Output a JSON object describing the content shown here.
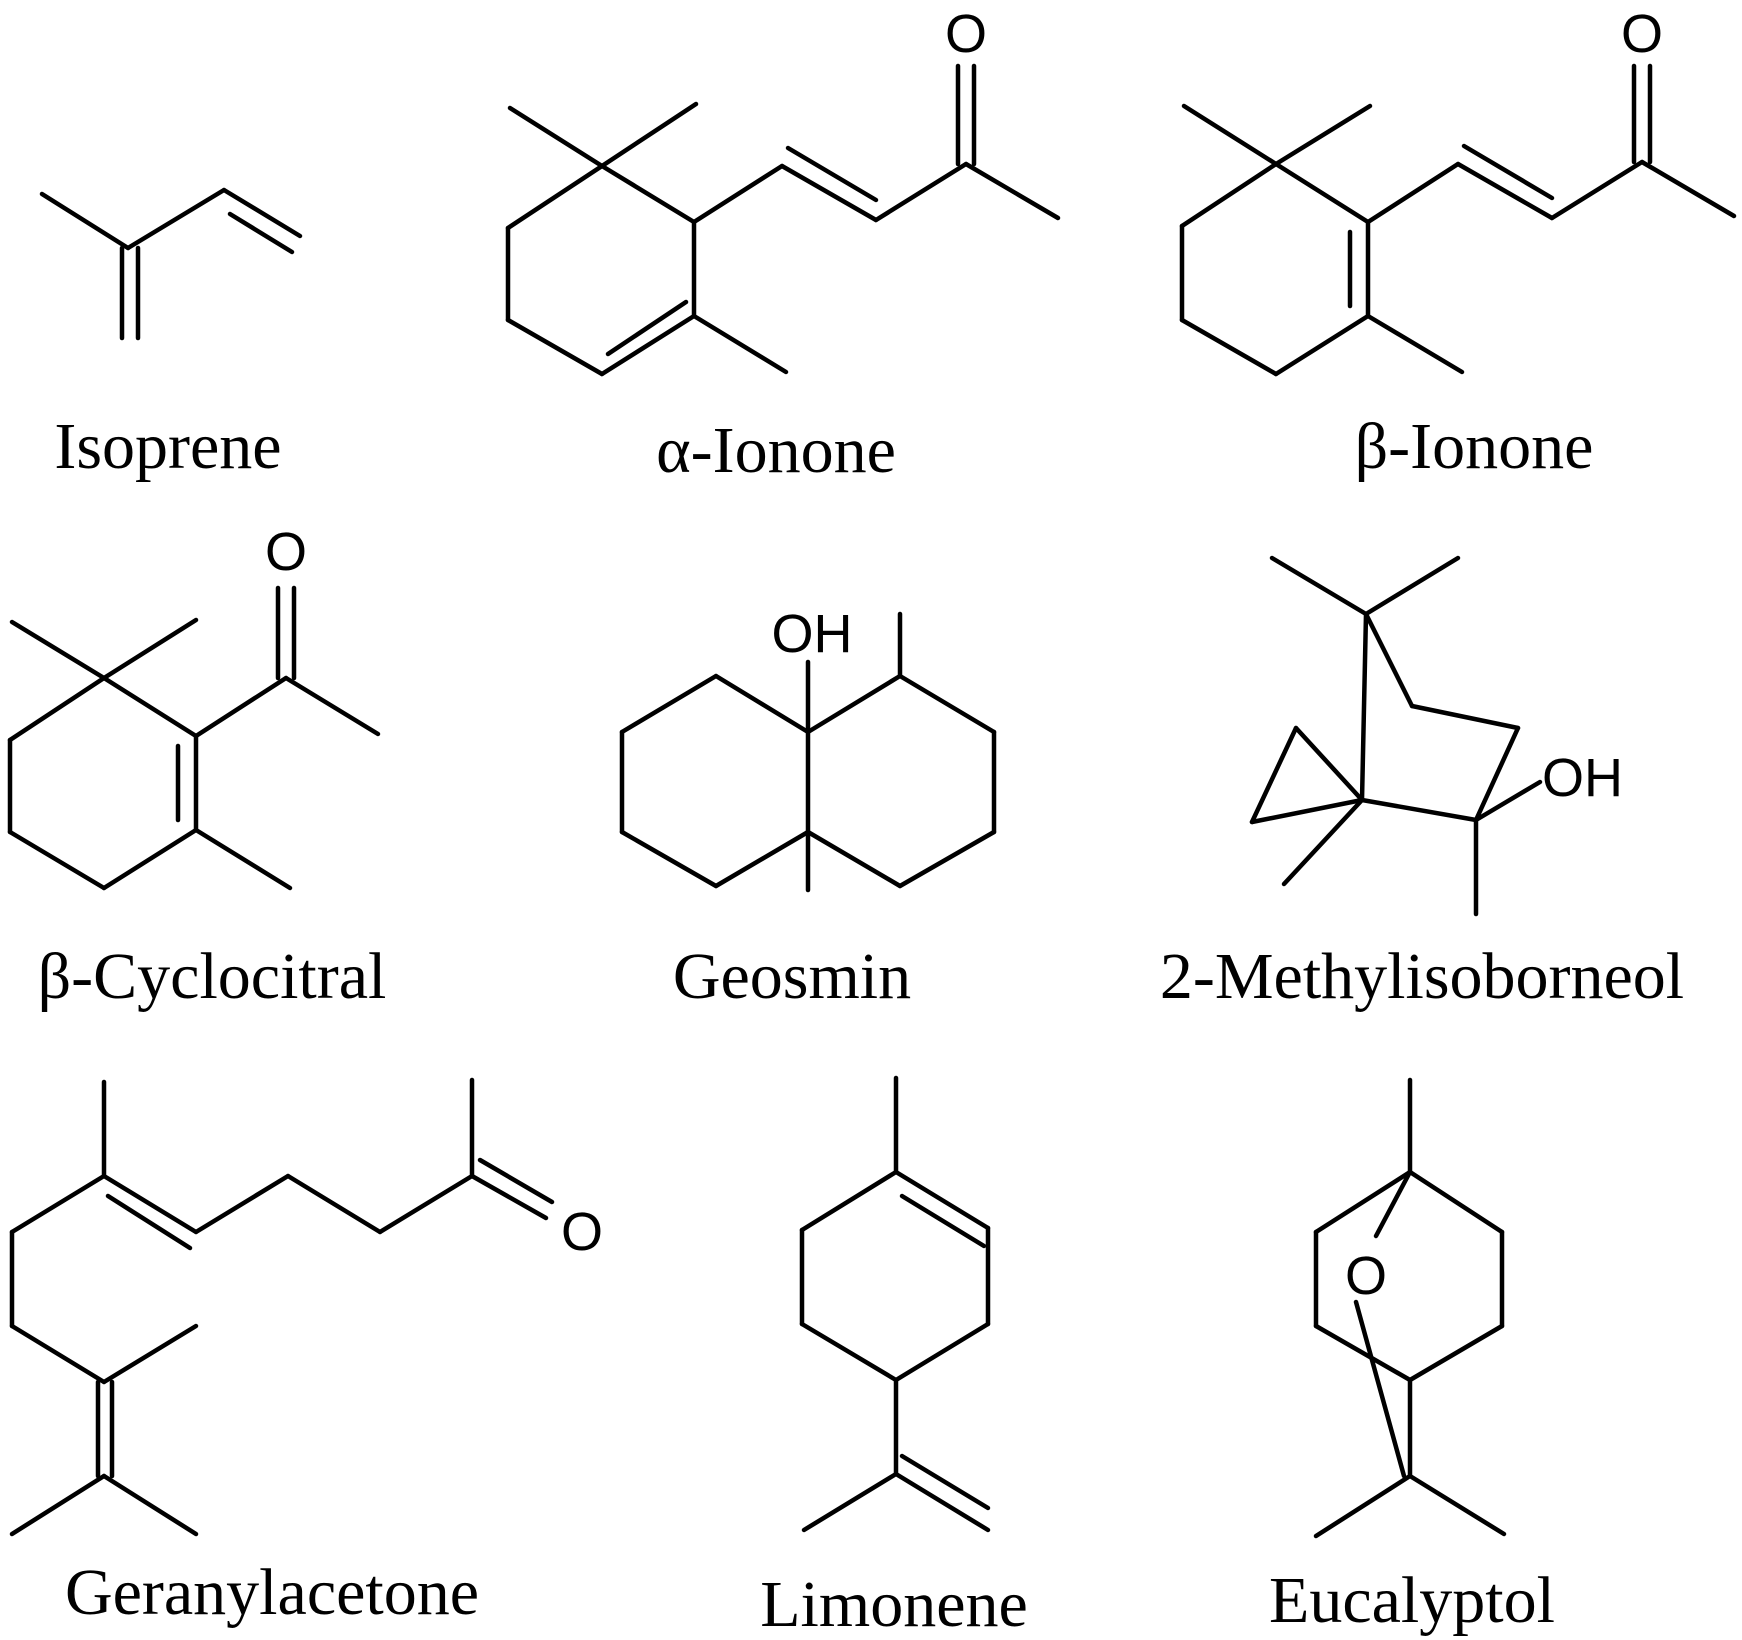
{
  "molecules": [
    {
      "id": "isoprene",
      "name": "Isoprene"
    },
    {
      "id": "alpha-ionone",
      "name": "α-Ionone",
      "atoms": [
        "O"
      ]
    },
    {
      "id": "beta-ionone",
      "name": "β-Ionone",
      "atoms": [
        "O"
      ]
    },
    {
      "id": "beta-cyclocitral",
      "name": "β-Cyclocitral",
      "atoms": [
        "O"
      ]
    },
    {
      "id": "geosmin",
      "name": "Geosmin",
      "atoms": [
        "OH"
      ]
    },
    {
      "id": "methylisoborneol",
      "name": "2-Methylisoborneol",
      "atoms": [
        "OH"
      ]
    },
    {
      "id": "geranylacetone",
      "name": "Geranylacetone",
      "atoms": [
        "O"
      ]
    },
    {
      "id": "limonene",
      "name": "Limonene"
    },
    {
      "id": "eucalyptol",
      "name": "Eucalyptol",
      "atoms": [
        "O"
      ]
    }
  ]
}
